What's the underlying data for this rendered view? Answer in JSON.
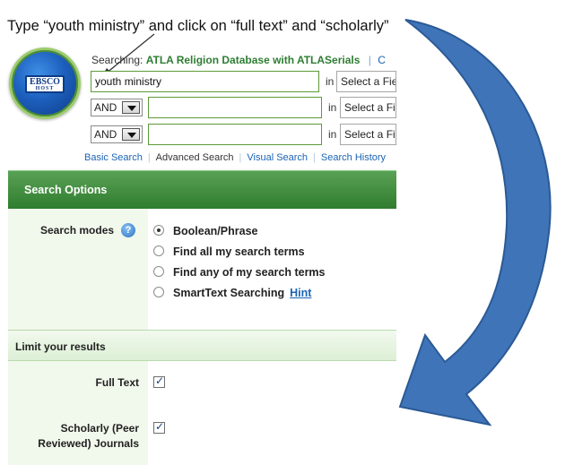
{
  "instruction": "Type “youth ministry” and click on “full text” and “scholarly”",
  "logo": {
    "brand": "EBSCO",
    "sub": "HOST"
  },
  "searching": {
    "prefix": "Searching:",
    "database": "ATLA Religion Database with ATLASerials",
    "choose_link": "C"
  },
  "search_rows": [
    {
      "bool": "",
      "text": "youth ministry",
      "in": "in",
      "field": "Select a Fie"
    },
    {
      "bool": "AND",
      "text": "",
      "in": "in",
      "field": "Select a Fie"
    },
    {
      "bool": "AND",
      "text": "",
      "in": "in",
      "field": "Select a Fie"
    }
  ],
  "links": {
    "basic": "Basic Search",
    "advanced": "Advanced Search",
    "visual": "Visual Search",
    "history": "Search History"
  },
  "search_options": {
    "header": "Search Options",
    "modes_label": "Search modes",
    "help_glyph": "?",
    "modes": [
      {
        "label": "Boolean/Phrase",
        "checked": true
      },
      {
        "label": "Find all my search terms",
        "checked": false
      },
      {
        "label": "Find any of my search terms",
        "checked": false
      },
      {
        "label": "SmartText Searching",
        "checked": false
      }
    ],
    "hint_link": "Hint"
  },
  "limits": {
    "header": "Limit your results",
    "full_text": {
      "label": "Full Text",
      "checked": true
    },
    "scholarly": {
      "label_line1": "Scholarly (Peer",
      "label_line2": "Reviewed) Journals",
      "checked": true
    }
  },
  "colors": {
    "arrow_fill": "#3f74b8",
    "header_green": "#3f8f3c",
    "database_green": "#2e7d32",
    "link_blue": "#1b63b5"
  }
}
